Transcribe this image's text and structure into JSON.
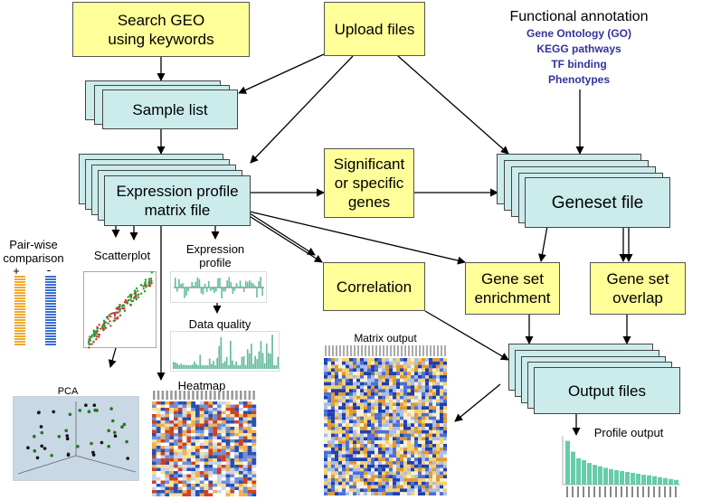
{
  "boxes": {
    "search_geo": "Search GEO using keywords",
    "upload_files": "Upload files",
    "sample_list": "Sample list",
    "expression_matrix": "Expression profile matrix file",
    "significant_genes": "Significant or specific genes",
    "geneset_file": "Geneset file",
    "correlation": "Correlation",
    "gene_set_enrichment": "Gene set enrichment",
    "gene_set_overlap": "Gene set overlap",
    "output_files": "Output files"
  },
  "functional_annotation": {
    "title": "Functional annotation",
    "items": [
      "Gene Ontology (GO)",
      "KEGG pathways",
      "TF binding",
      "Phenotypes"
    ]
  },
  "outputs": {
    "pairwise": "Pair-wise comparison",
    "plus": "+",
    "minus": "-",
    "scatterplot": "Scatterplot",
    "expression_profile": "Expression profile",
    "data_quality": "Data quality",
    "pca": "PCA",
    "heatmap": "Heatmap",
    "matrix_output": "Matrix output",
    "profile_output": "Profile output"
  },
  "colors": {
    "yellow_box": "#ffff99",
    "teal_box": "#ccecec",
    "annotation_text": "#333399",
    "bar_green": "#66ccaa"
  },
  "chart_data": {
    "type": "bar",
    "values": [
      93,
      70,
      56,
      52,
      46,
      42,
      39,
      36,
      33,
      31,
      29,
      27,
      25,
      23,
      21,
      20,
      18,
      16,
      14,
      12,
      10
    ]
  }
}
